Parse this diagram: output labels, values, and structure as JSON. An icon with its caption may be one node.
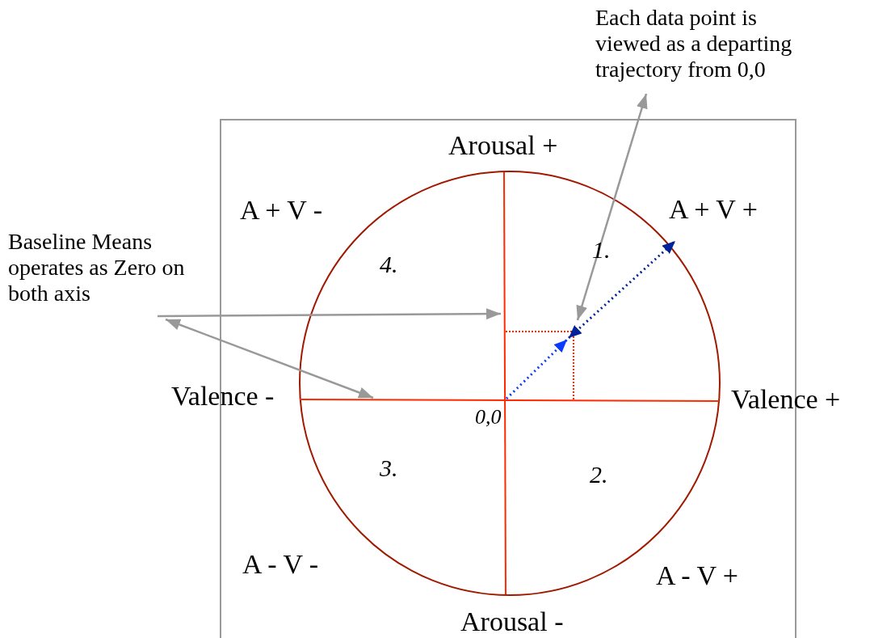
{
  "diagram": {
    "nodes": [
      {
        "text": [
          "Each data point is viewed as a departing trajectory from 0,0"
        ]
      },
      {
        "text": [
          "Baseline Means operates as Zero on both axis"
        ]
      }
    ],
    "edges": [
      {
        "from": 0,
        "to": null,
        "arrow": "both"
      },
      {
        "from": 1,
        "to": null,
        "arrow": "to"
      },
      {
        "from": 1,
        "to": null,
        "arrow": "both"
      }
    ],
    "labels": [
      "Arousal +",
      "A + V -",
      "A + V +",
      "4.",
      "1.",
      "Valence -",
      "Valence +",
      "0,0",
      "3.",
      "2.",
      "A - V -",
      "A - V +",
      "Arousal -"
    ]
  }
}
